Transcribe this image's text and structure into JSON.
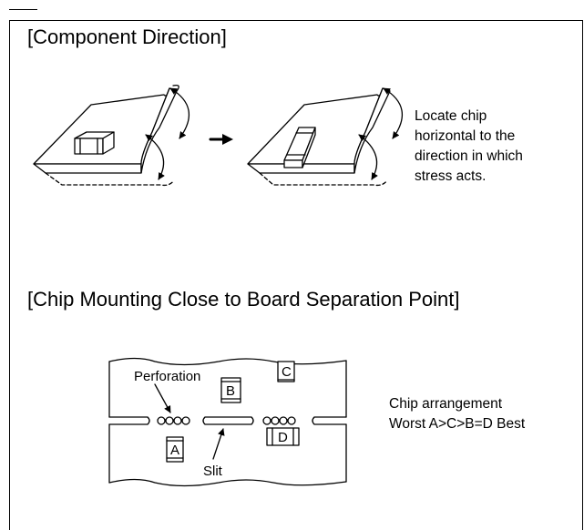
{
  "section1": {
    "heading": "[Component Direction]",
    "note_lines": [
      "Locate chip",
      "horizontal to the",
      "direction in which",
      "stress acts."
    ]
  },
  "section2": {
    "heading": "[Chip Mounting Close to Board Separation Point]",
    "labels": {
      "perforation": "Perforation",
      "slit": "Slit",
      "chip_a": "A",
      "chip_b": "B",
      "chip_c": "C",
      "chip_d": "D"
    },
    "note_lines": [
      "Chip arrangement",
      "Worst A>C>B=D Best"
    ]
  }
}
